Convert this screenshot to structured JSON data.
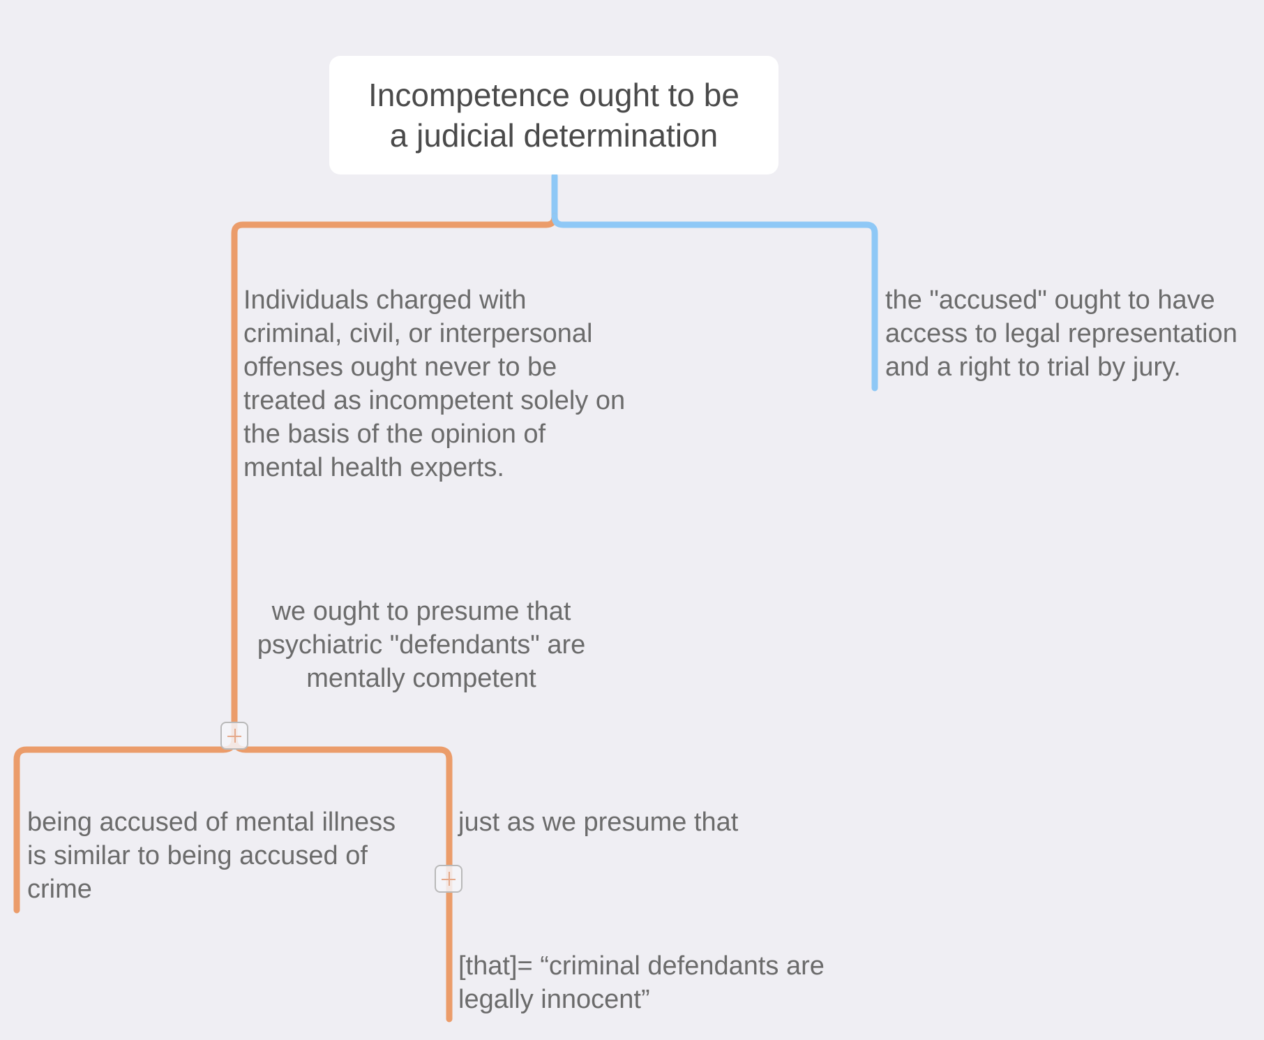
{
  "root": {
    "label": "Incompetence ought to be\na judicial determination"
  },
  "nodes": {
    "individuals": "Individuals charged with\ncriminal, civil, or interpersonal\noffenses ought never to be\ntreated as incompetent solely on\nthe basis of the opinion of\nmental health experts.",
    "accused": "the \"accused\" ought to have\naccess to legal representation\nand a right to trial by jury.",
    "presume": "we ought to presume that\npsychiatric \"defendants\" are\nmentally competent",
    "similar": "being accused of mental illness\nis similar to being accused of\ncrime",
    "just_as": "just as we presume that",
    "that": "[that]= “criminal defendants are\nlegally innocent”"
  },
  "colors": {
    "background": "#efeef3",
    "orange_branch": "#eb9c6a",
    "blue_branch": "#8ec8f6",
    "text": "#6b6b6b",
    "root_text": "#4a4a4a"
  },
  "icons": {
    "expand_toggle": "plus-icon"
  }
}
